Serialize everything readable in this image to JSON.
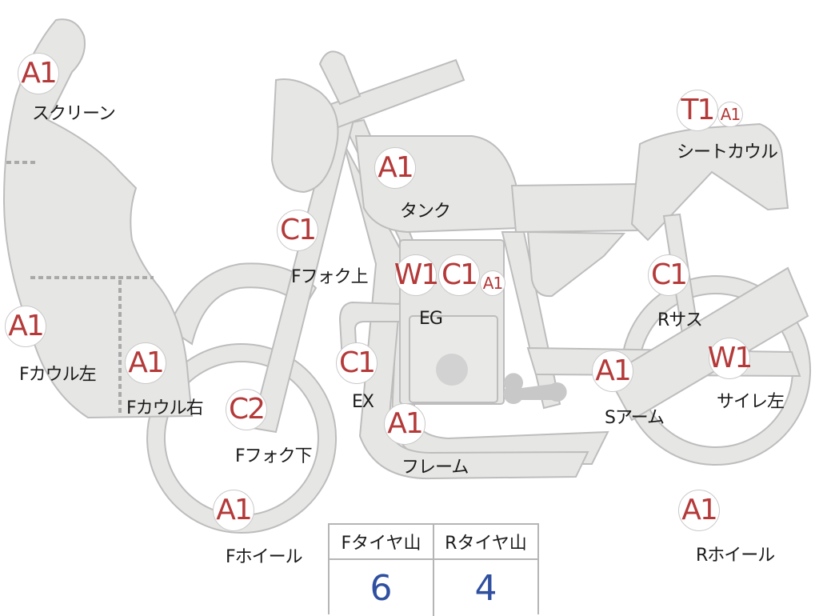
{
  "badges": [
    {
      "id": "screen-a1",
      "text": "A1"
    },
    {
      "id": "tank-a1",
      "text": "A1"
    },
    {
      "id": "seatcowl-t1",
      "text": "T1"
    },
    {
      "id": "seatcowl-a1",
      "text": "A1"
    },
    {
      "id": "ffork-upper-c1",
      "text": "C1"
    },
    {
      "id": "eg-w1",
      "text": "W1"
    },
    {
      "id": "eg-c1",
      "text": "C1"
    },
    {
      "id": "eg-a1",
      "text": "A1"
    },
    {
      "id": "rsus-c1",
      "text": "C1"
    },
    {
      "id": "fcowl-left-a1",
      "text": "A1"
    },
    {
      "id": "fcowl-right-a1",
      "text": "A1"
    },
    {
      "id": "ex-c1",
      "text": "C1"
    },
    {
      "id": "sarm-a1",
      "text": "A1"
    },
    {
      "id": "silencer-w1",
      "text": "W1"
    },
    {
      "id": "ffork-lower-c2",
      "text": "C2"
    },
    {
      "id": "frame-a1",
      "text": "A1"
    },
    {
      "id": "fwheel-a1",
      "text": "A1"
    },
    {
      "id": "rwheel-a1",
      "text": "A1"
    }
  ],
  "labels": {
    "screen": "スクリーン",
    "tank": "タンク",
    "seatcowl": "シートカウル",
    "ffork_upper": "Fフォク上",
    "eg": "EG",
    "rsus": "Rサス",
    "fcowl_left": "Fカウル左",
    "fcowl_right": "Fカウル右",
    "ex": "EX",
    "sarm": "Sアーム",
    "silencer": "サイレ左",
    "ffork_lower": "Fフォク下",
    "frame": "フレーム",
    "fwheel": "Fホイール",
    "rwheel": "Rホイール"
  },
  "tire_table": {
    "headers": [
      "Fタイヤ山",
      "Rタイヤ山"
    ],
    "values": [
      "6",
      "4"
    ]
  },
  "colors": {
    "part_fill": "#e6e6e4",
    "part_stroke": "#bdbdbd",
    "badge_text": "#b43a3a",
    "value_text": "#2f4fa0"
  }
}
